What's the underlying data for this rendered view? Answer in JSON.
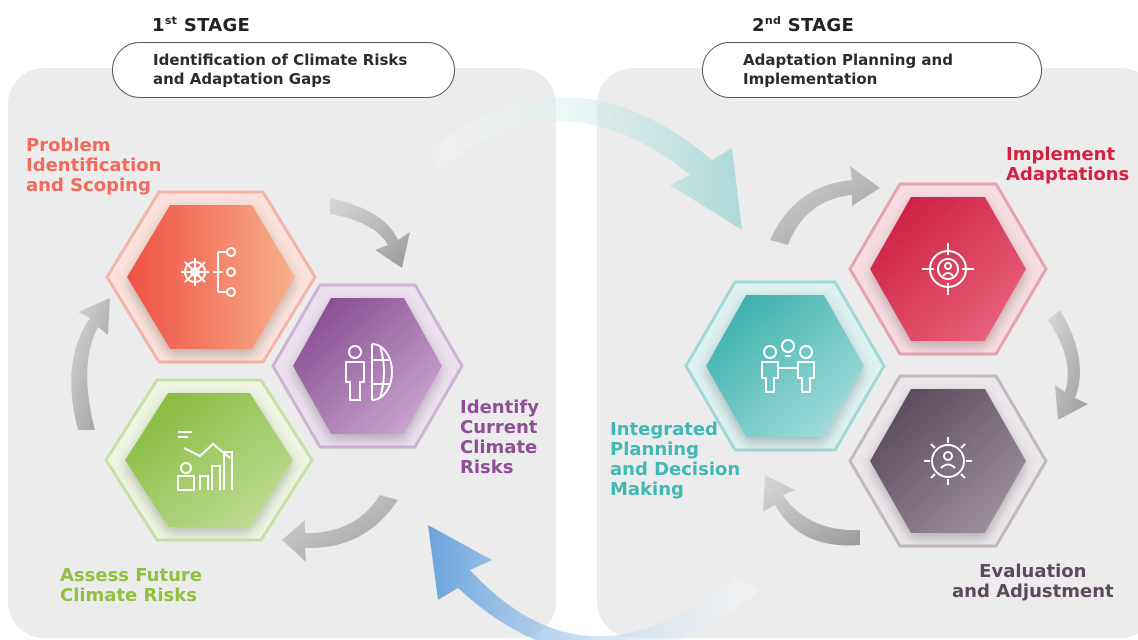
{
  "stages": [
    {
      "number": "1",
      "suffix": "st",
      "word": "STAGE",
      "title": "Identification of Climate Risks\nand Adaptation Gaps"
    },
    {
      "number": "2",
      "suffix": "nd",
      "word": "STAGE",
      "title": "Adaptation Planning and\nImplementation"
    }
  ],
  "steps": [
    {
      "label": "Problem\nIdentification\nand Scoping",
      "color": "#f26a5c",
      "icon": "network-gear-icon"
    },
    {
      "label": "Identify\nCurrent\nClimate\nRisks",
      "color": "#8e4f96",
      "icon": "person-globe-icon"
    },
    {
      "label": "Assess Future\nClimate Risks",
      "color": "#8fc13f",
      "icon": "person-chart-icon"
    },
    {
      "label": "Implement\nAdaptations",
      "color": "#d71f3f",
      "icon": "target-person-icon"
    },
    {
      "label": "Integrated\nPlanning\nand Decision\nMaking",
      "color": "#3fb8b6",
      "icon": "people-lightbulb-icon"
    },
    {
      "label": "Evaluation\nand Adjustment",
      "color": "#5b4a5c",
      "icon": "gear-person-icon"
    }
  ]
}
